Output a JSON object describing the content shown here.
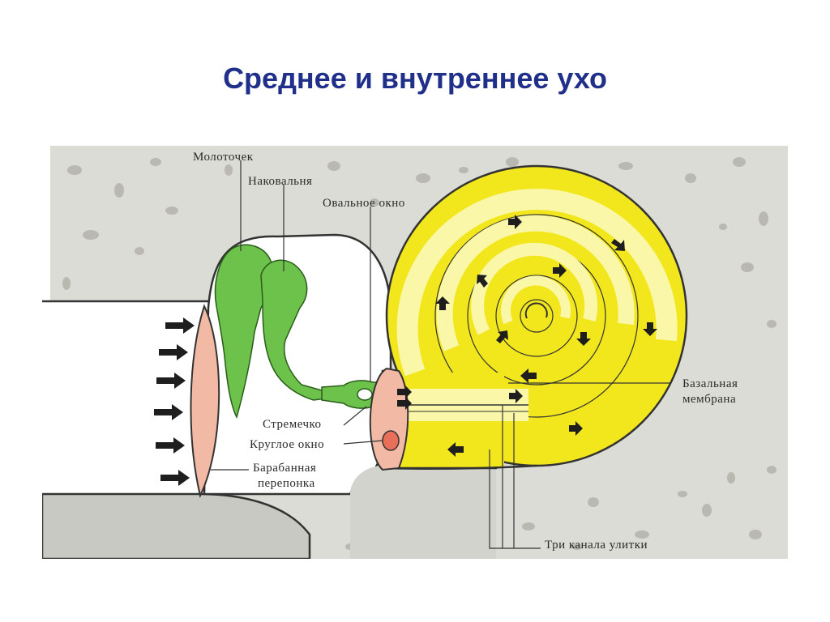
{
  "title": "Среднее и внутреннее ухо",
  "labels": {
    "malleus": "Молоточек",
    "incus": "Наковальня",
    "oval_window": "Овальное окно",
    "stapes": "Стремечко",
    "round_window": "Круглое окно",
    "eardrum_line1": "Барабанная",
    "eardrum_line2": "перепонка",
    "basilar_line1": "Базальная",
    "basilar_line2": "мембрана",
    "cochlea_channels": "Три канала улитки"
  },
  "colors": {
    "title": "#1f2f8a",
    "bone": "#dcdcd6",
    "bone_dark": "#b3b3ac",
    "ossicles": "#6cc24a",
    "eardrum": "#f2b9a4",
    "cochlea": "#f2e61c",
    "cochlea_light": "#fbf7a8",
    "arrow": "#1e1e1e"
  },
  "icons": [
    "sound-wave-arrow",
    "fluid-flow-arrow"
  ]
}
